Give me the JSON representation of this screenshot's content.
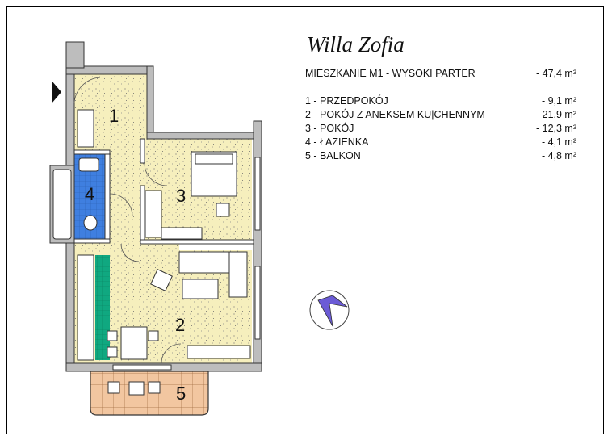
{
  "title": "Willa Zofia",
  "apartment": {
    "label": "MIESZKANIE M1 - WYSOKI PARTER",
    "area": "- 47,4 m²"
  },
  "rooms": [
    {
      "num": "1",
      "label": "1 - PRZEDPOKÓJ",
      "area": "-   9,1 m²"
    },
    {
      "num": "2",
      "label": "2 - POKÓJ Z ANEKSEM KU|CHENNYM",
      "area": "- 21,9 m²"
    },
    {
      "num": "3",
      "label": "3 - POKÓJ",
      "area": "- 12,3 m²"
    },
    {
      "num": "4",
      "label": "4 - ŁAZIENKA",
      "area": "-   4,1 m²"
    },
    {
      "num": "5",
      "label": "5 - BALKON",
      "area": "-   4,8 m²"
    }
  ],
  "colors": {
    "floor_speckle": "#f6efbd",
    "bathroom": "#3f7fe0",
    "kitchen": "#10a880",
    "balcony": "#f2c6a0",
    "wall": "#bdbdbd"
  },
  "icons": [
    "entrance-arrow-icon",
    "north-compass-icon"
  ]
}
